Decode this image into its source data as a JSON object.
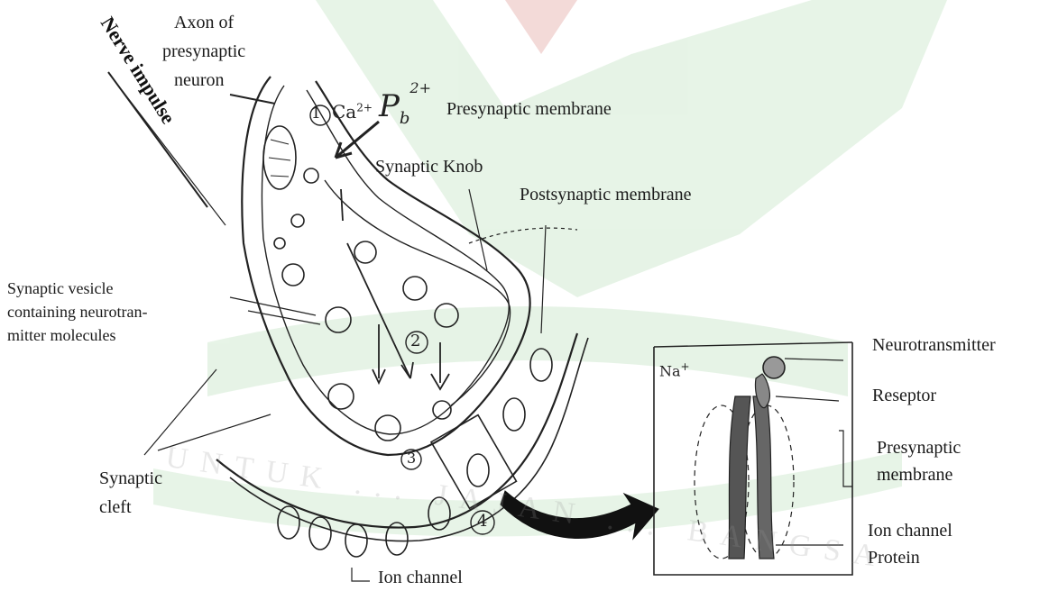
{
  "labels": {
    "axon": [
      "Axon of",
      "presynaptic",
      "neuron"
    ],
    "nerve_impulse": "Nerve impulse",
    "presynaptic_membrane_top": "Presynaptic membrane",
    "synaptic_knob": "Synaptic Knob",
    "postsynaptic_membrane": "Postsynaptic membrane",
    "synaptic_vesicle": [
      "Synaptic vesicle",
      "containing neurotran-",
      "mitter molecules"
    ],
    "synaptic_cleft": [
      "Synaptic",
      "cleft"
    ],
    "ion_channel": "Ion channel",
    "neurotransmitter": "Neurotransmitter",
    "reseptor": "Reseptor",
    "presynaptic_membrane_right": [
      "Presynaptic",
      "membrane"
    ],
    "ion_channel_protein": [
      "Ion channel",
      "Protein"
    ],
    "sodium": "Na",
    "sodium_sup": "+",
    "calcium": "Ca",
    "calcium_sup": "2+",
    "lead": "P",
    "lead_sub": "b",
    "lead_sup": "2+"
  },
  "steps": [
    "1",
    "2",
    "3",
    "4"
  ],
  "watermark": "UNTUK ... JAJAN ... BANGSA",
  "colors": {
    "ink": "#1a1a1a",
    "watermark_green": "#7cc27c",
    "watermark_red": "#c0392b"
  }
}
